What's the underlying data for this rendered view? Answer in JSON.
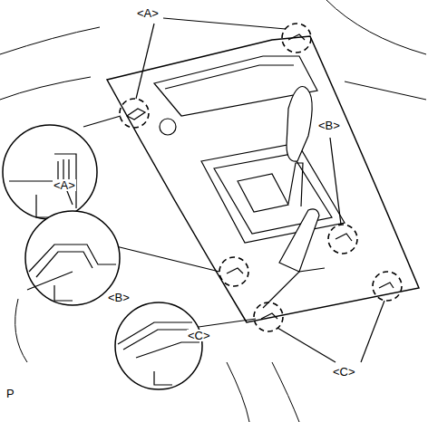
{
  "diagram": {
    "labels": [
      "<A>",
      "<B>",
      "<A>",
      "<B>",
      "<C>",
      "<C>",
      "P"
    ]
  }
}
